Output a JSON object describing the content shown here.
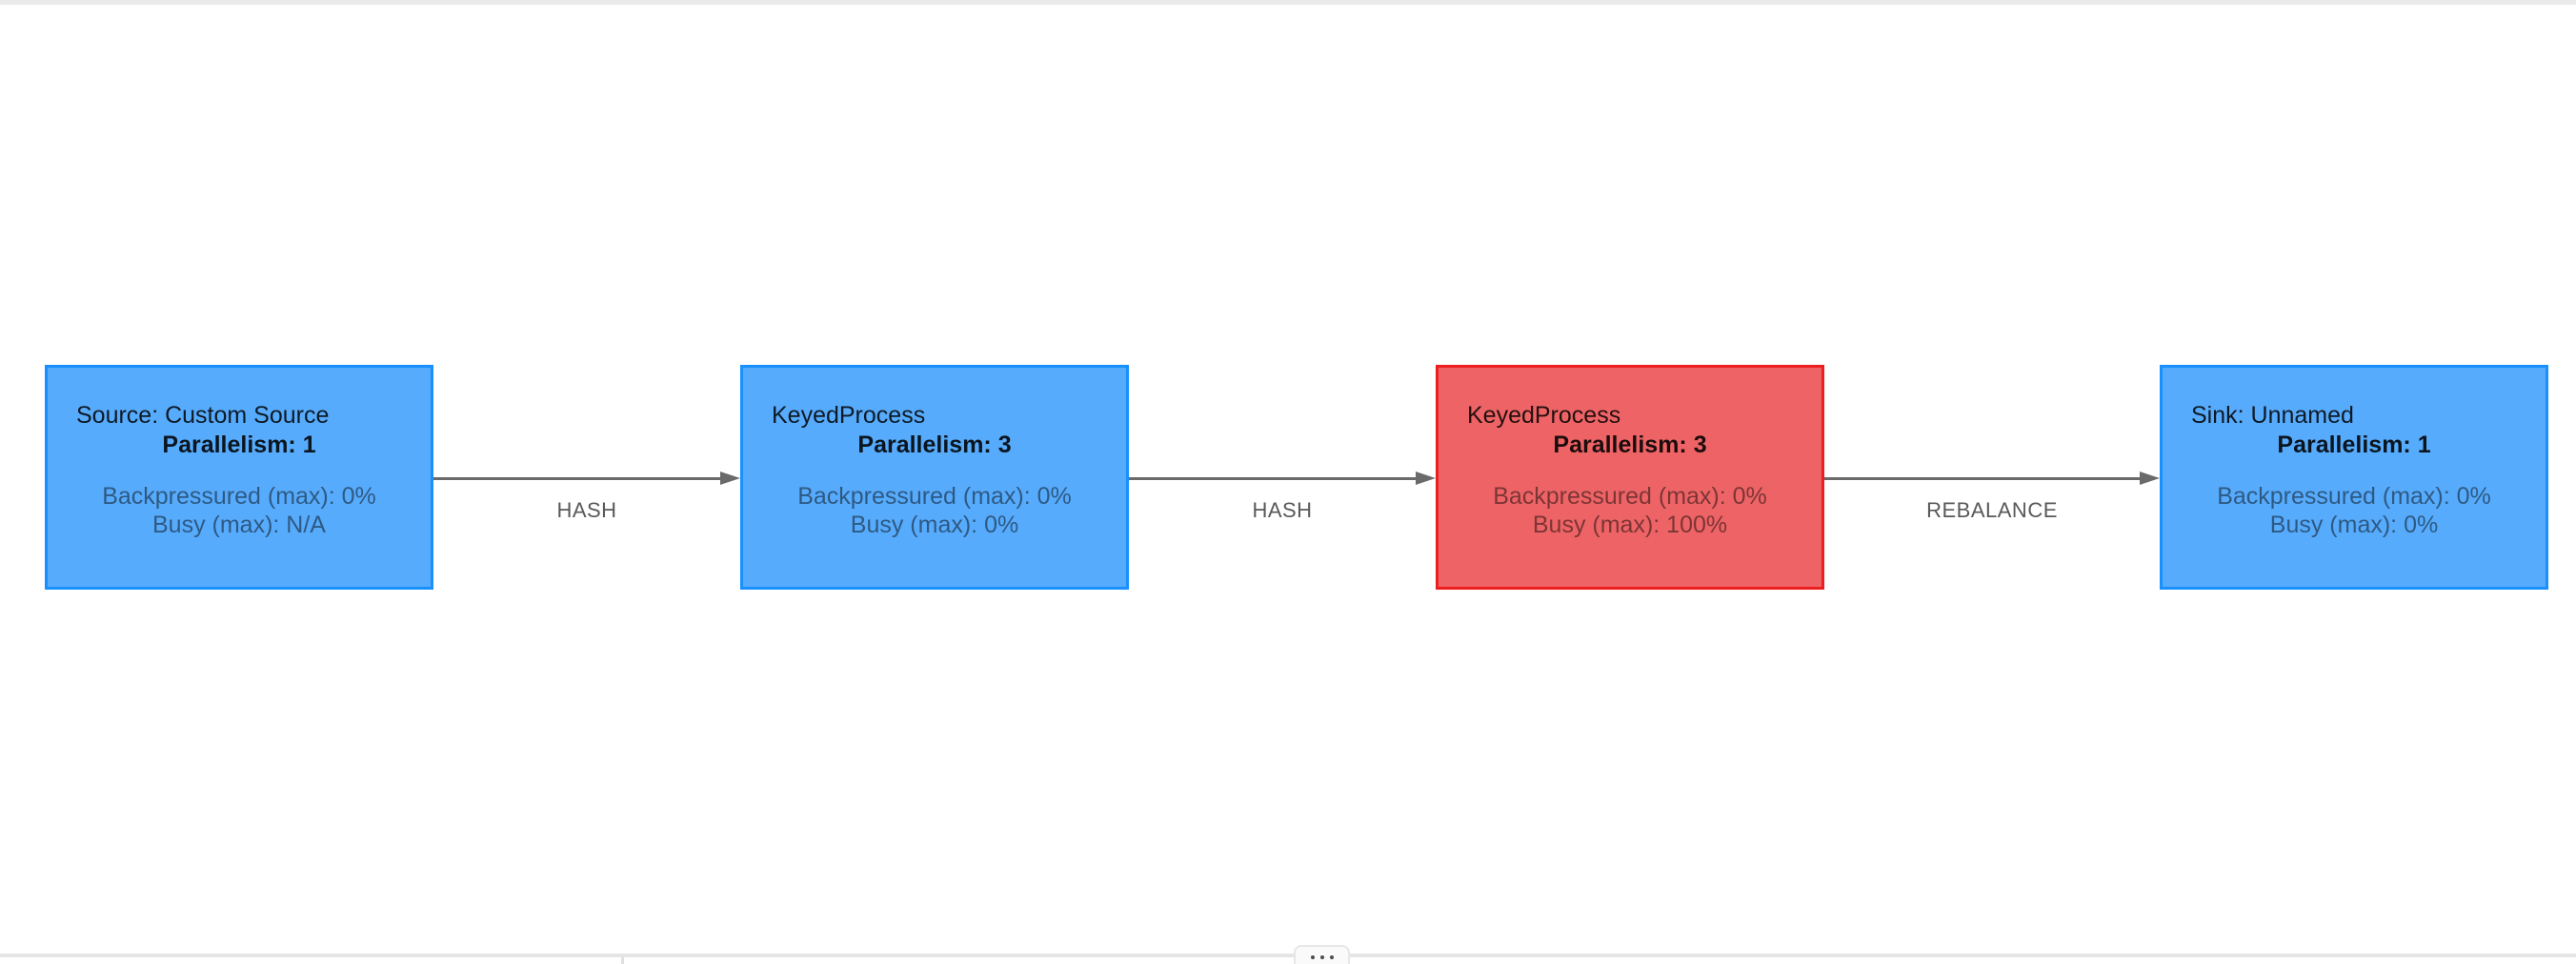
{
  "graph": {
    "nodes": [
      {
        "name": "Source: Custom Source",
        "parallelism": "Parallelism: 1",
        "backpressured": "Backpressured (max): 0%",
        "busy": "Busy (max): N/A",
        "state": "normal"
      },
      {
        "name": "KeyedProcess",
        "parallelism": "Parallelism: 3",
        "backpressured": "Backpressured (max): 0%",
        "busy": "Busy (max): 0%",
        "state": "normal"
      },
      {
        "name": "KeyedProcess",
        "parallelism": "Parallelism: 3",
        "backpressured": "Backpressured (max): 0%",
        "busy": "Busy (max): 100%",
        "state": "busy"
      },
      {
        "name": "Sink: Unnamed",
        "parallelism": "Parallelism: 1",
        "backpressured": "Backpressured (max): 0%",
        "busy": "Busy (max): 0%",
        "state": "normal"
      }
    ],
    "edges": [
      {
        "label": "HASH"
      },
      {
        "label": "HASH"
      },
      {
        "label": "REBALANCE"
      }
    ]
  },
  "resize_handle": {
    "icon": "ellipsis"
  },
  "colors": {
    "node_normal_fill": "#57abfc",
    "node_normal_border": "#1890ff",
    "node_busy_fill": "#ee6466",
    "node_busy_border": "#ec1e20",
    "edge": "#6a6a6a",
    "edge_label": "#595959",
    "divider": "#e5e5e5"
  }
}
